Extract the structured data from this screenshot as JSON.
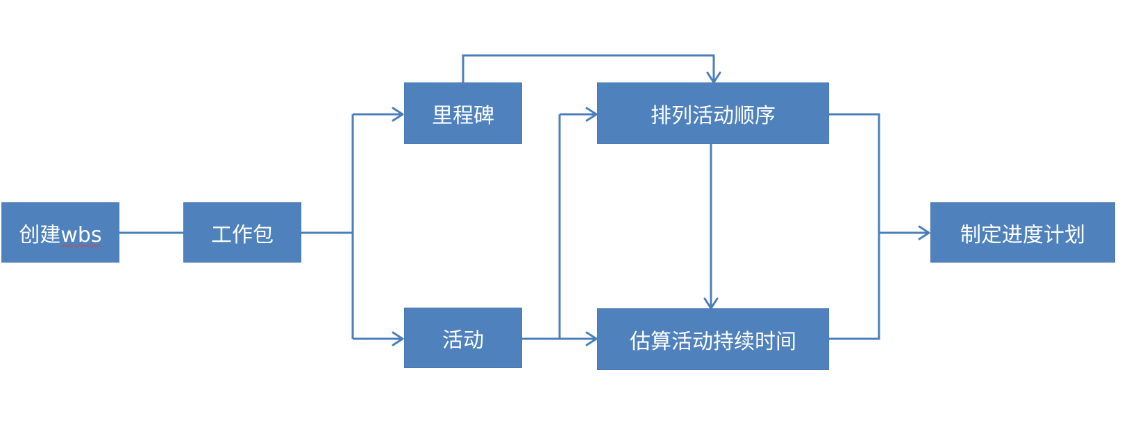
{
  "diagram": {
    "colors": {
      "node_fill": "#4f81bd",
      "node_text": "#ffffff",
      "connector": "#4a7ebb",
      "spell_underline": "#e03c3c"
    },
    "nodes": {
      "create_wbs": {
        "prefix": "创建",
        "suffix": "wbs"
      },
      "work_package": {
        "label": "工作包"
      },
      "milestone": {
        "label": "里程碑"
      },
      "activity": {
        "label": "活动"
      },
      "sequence_activities": {
        "label": "排列活动顺序"
      },
      "estimate_durations": {
        "label": "估算活动持续时间"
      },
      "develop_schedule": {
        "label": "制定进度计划"
      }
    },
    "edges": [
      {
        "from": "create_wbs",
        "to": "work_package",
        "arrow": false
      },
      {
        "from": "work_package",
        "to": "milestone",
        "arrow": true
      },
      {
        "from": "work_package",
        "to": "activity",
        "arrow": true
      },
      {
        "from": "milestone",
        "to": "sequence_activities",
        "arrow": true
      },
      {
        "from": "activity",
        "to": "sequence_activities",
        "arrow": true
      },
      {
        "from": "activity",
        "to": "estimate_durations",
        "arrow": true
      },
      {
        "from": "sequence_activities",
        "to": "estimate_durations",
        "arrow": true
      },
      {
        "from": "sequence_activities",
        "to": "develop_schedule",
        "arrow": true
      },
      {
        "from": "estimate_durations",
        "to": "develop_schedule",
        "arrow": true
      }
    ]
  }
}
